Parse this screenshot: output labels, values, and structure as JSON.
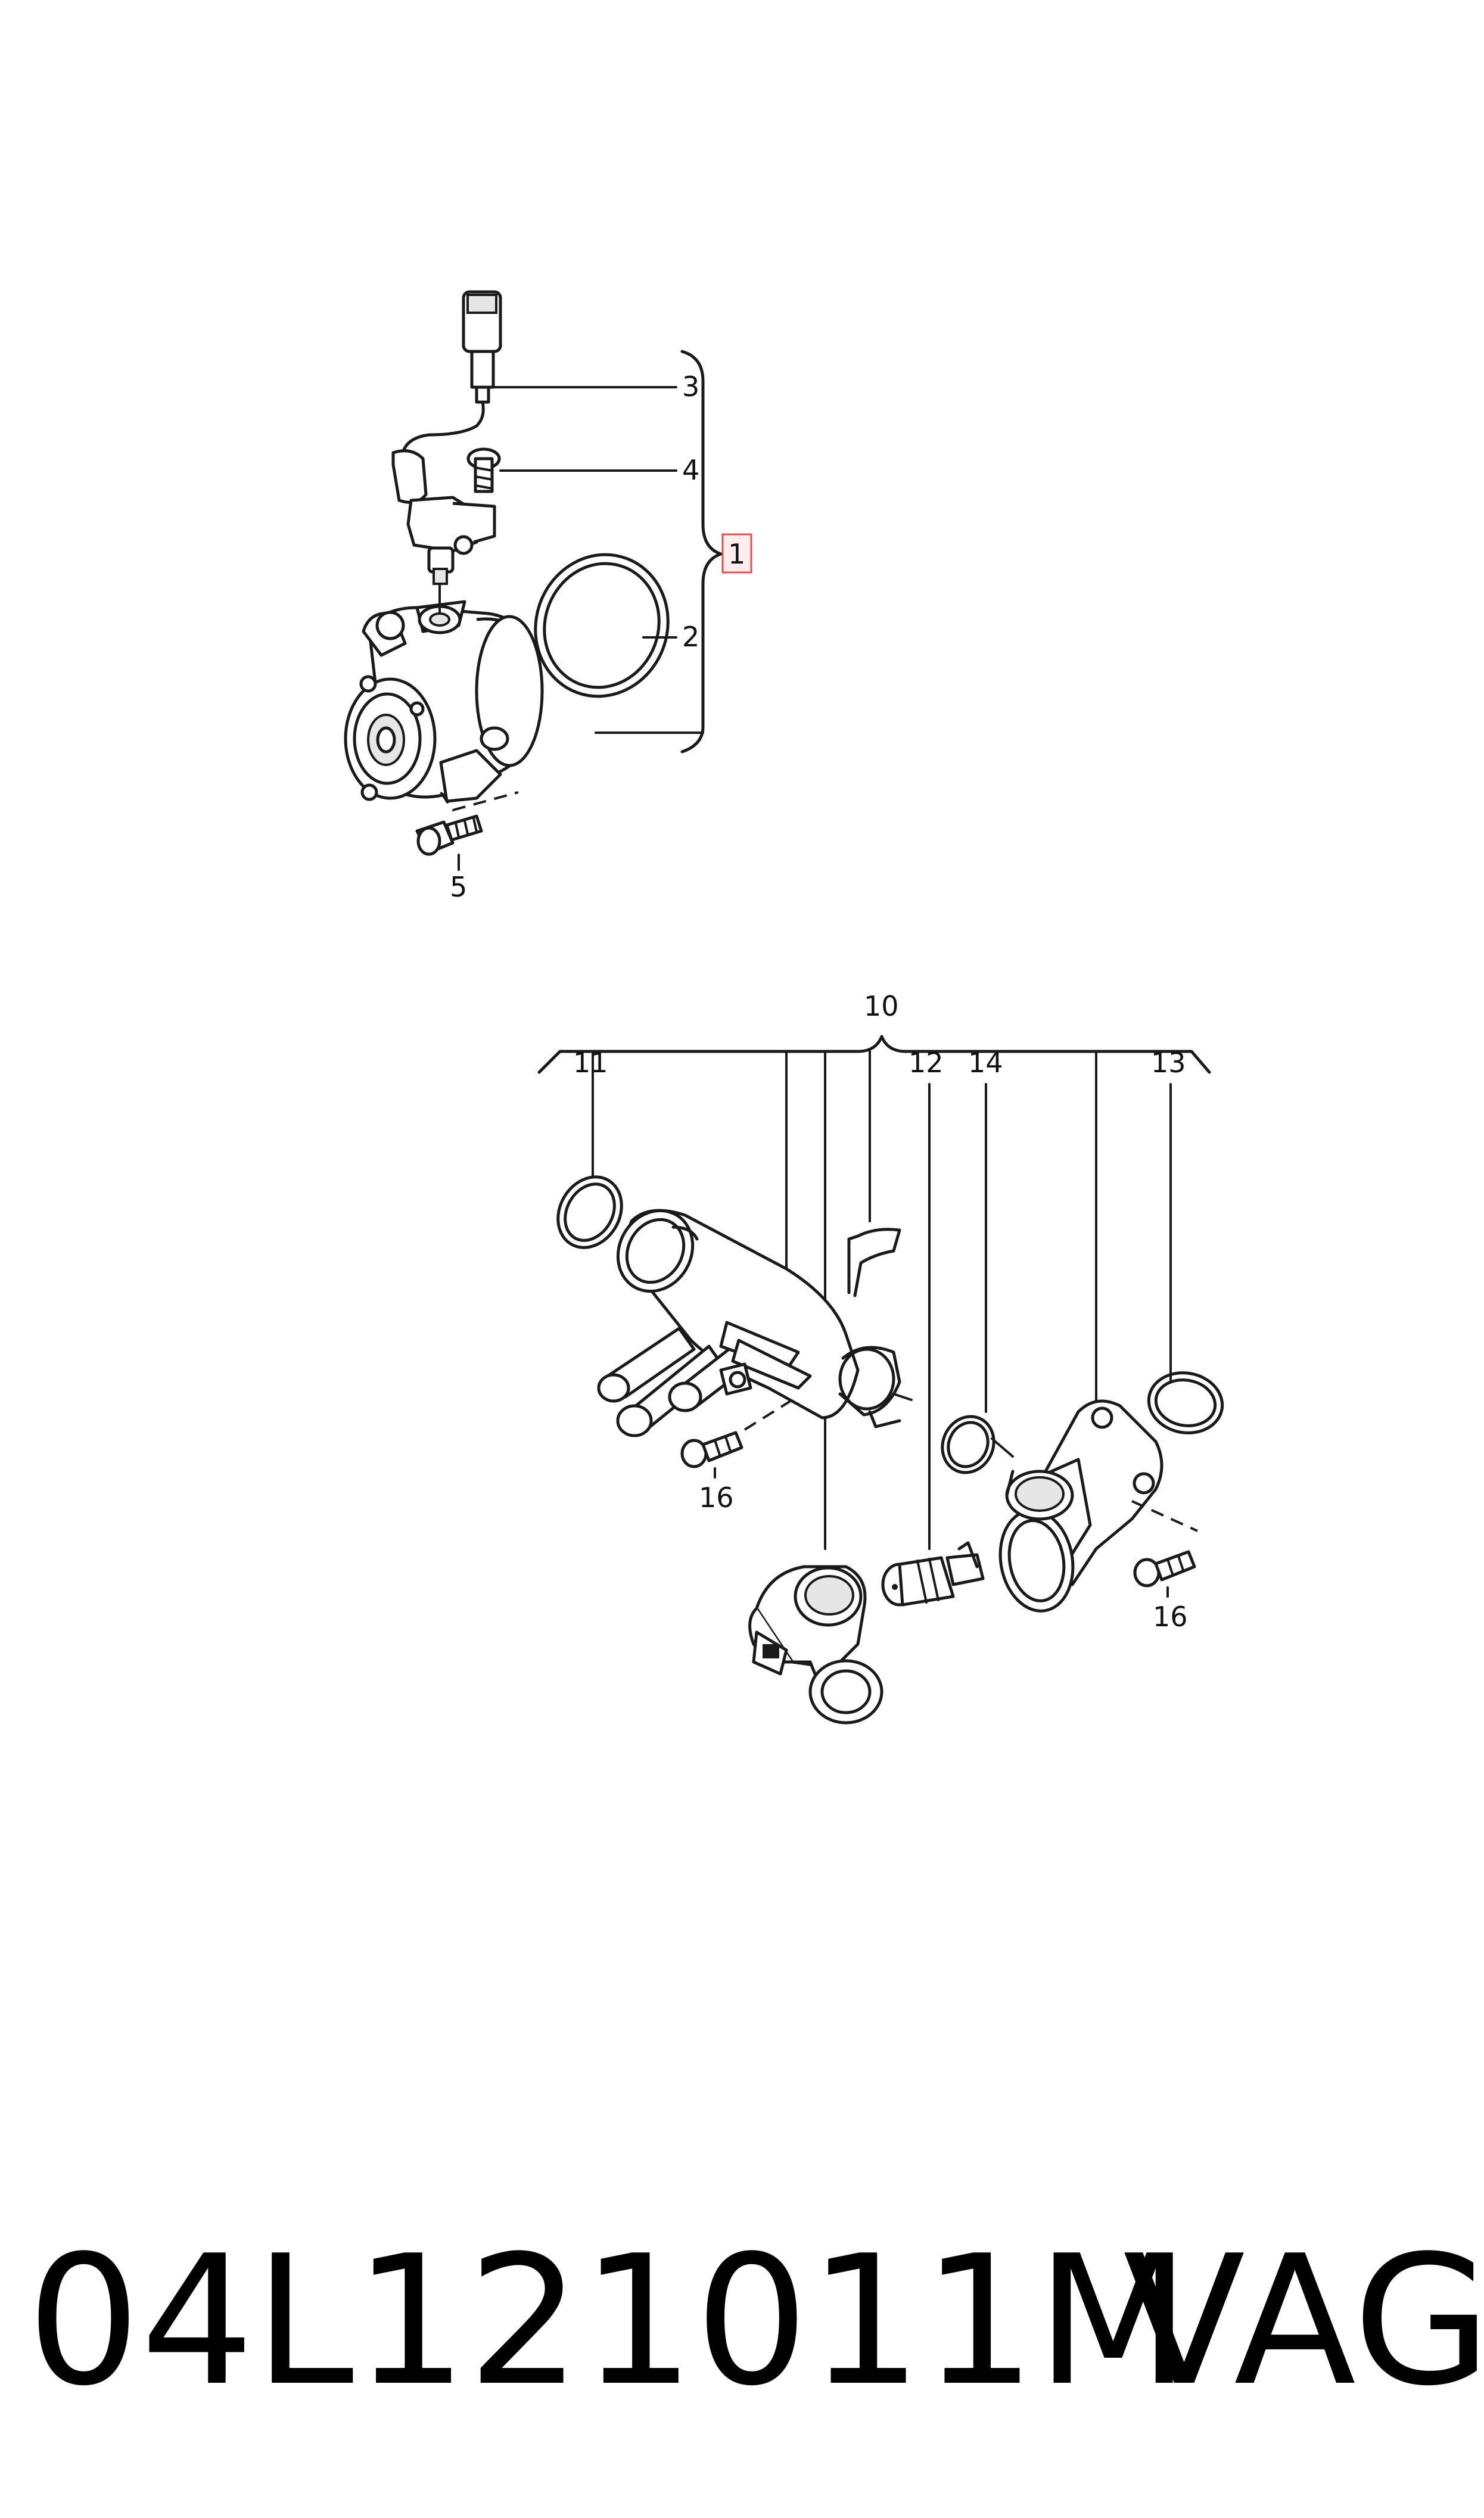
{
  "callouts": {
    "c1": "1",
    "c2": "2",
    "c3": "3",
    "c4": "4",
    "c5": "5",
    "c10": "10",
    "c11": "11",
    "c12": "12",
    "c13": "13",
    "c14": "14",
    "c16a": "16",
    "c16b": "16"
  },
  "footer": {
    "part_number": "04L121011M",
    "brand": "VAG"
  },
  "colors": {
    "line": "#1a1a1a",
    "highlight_fill": "#ffecec",
    "highlight_stroke": "#e05050"
  }
}
